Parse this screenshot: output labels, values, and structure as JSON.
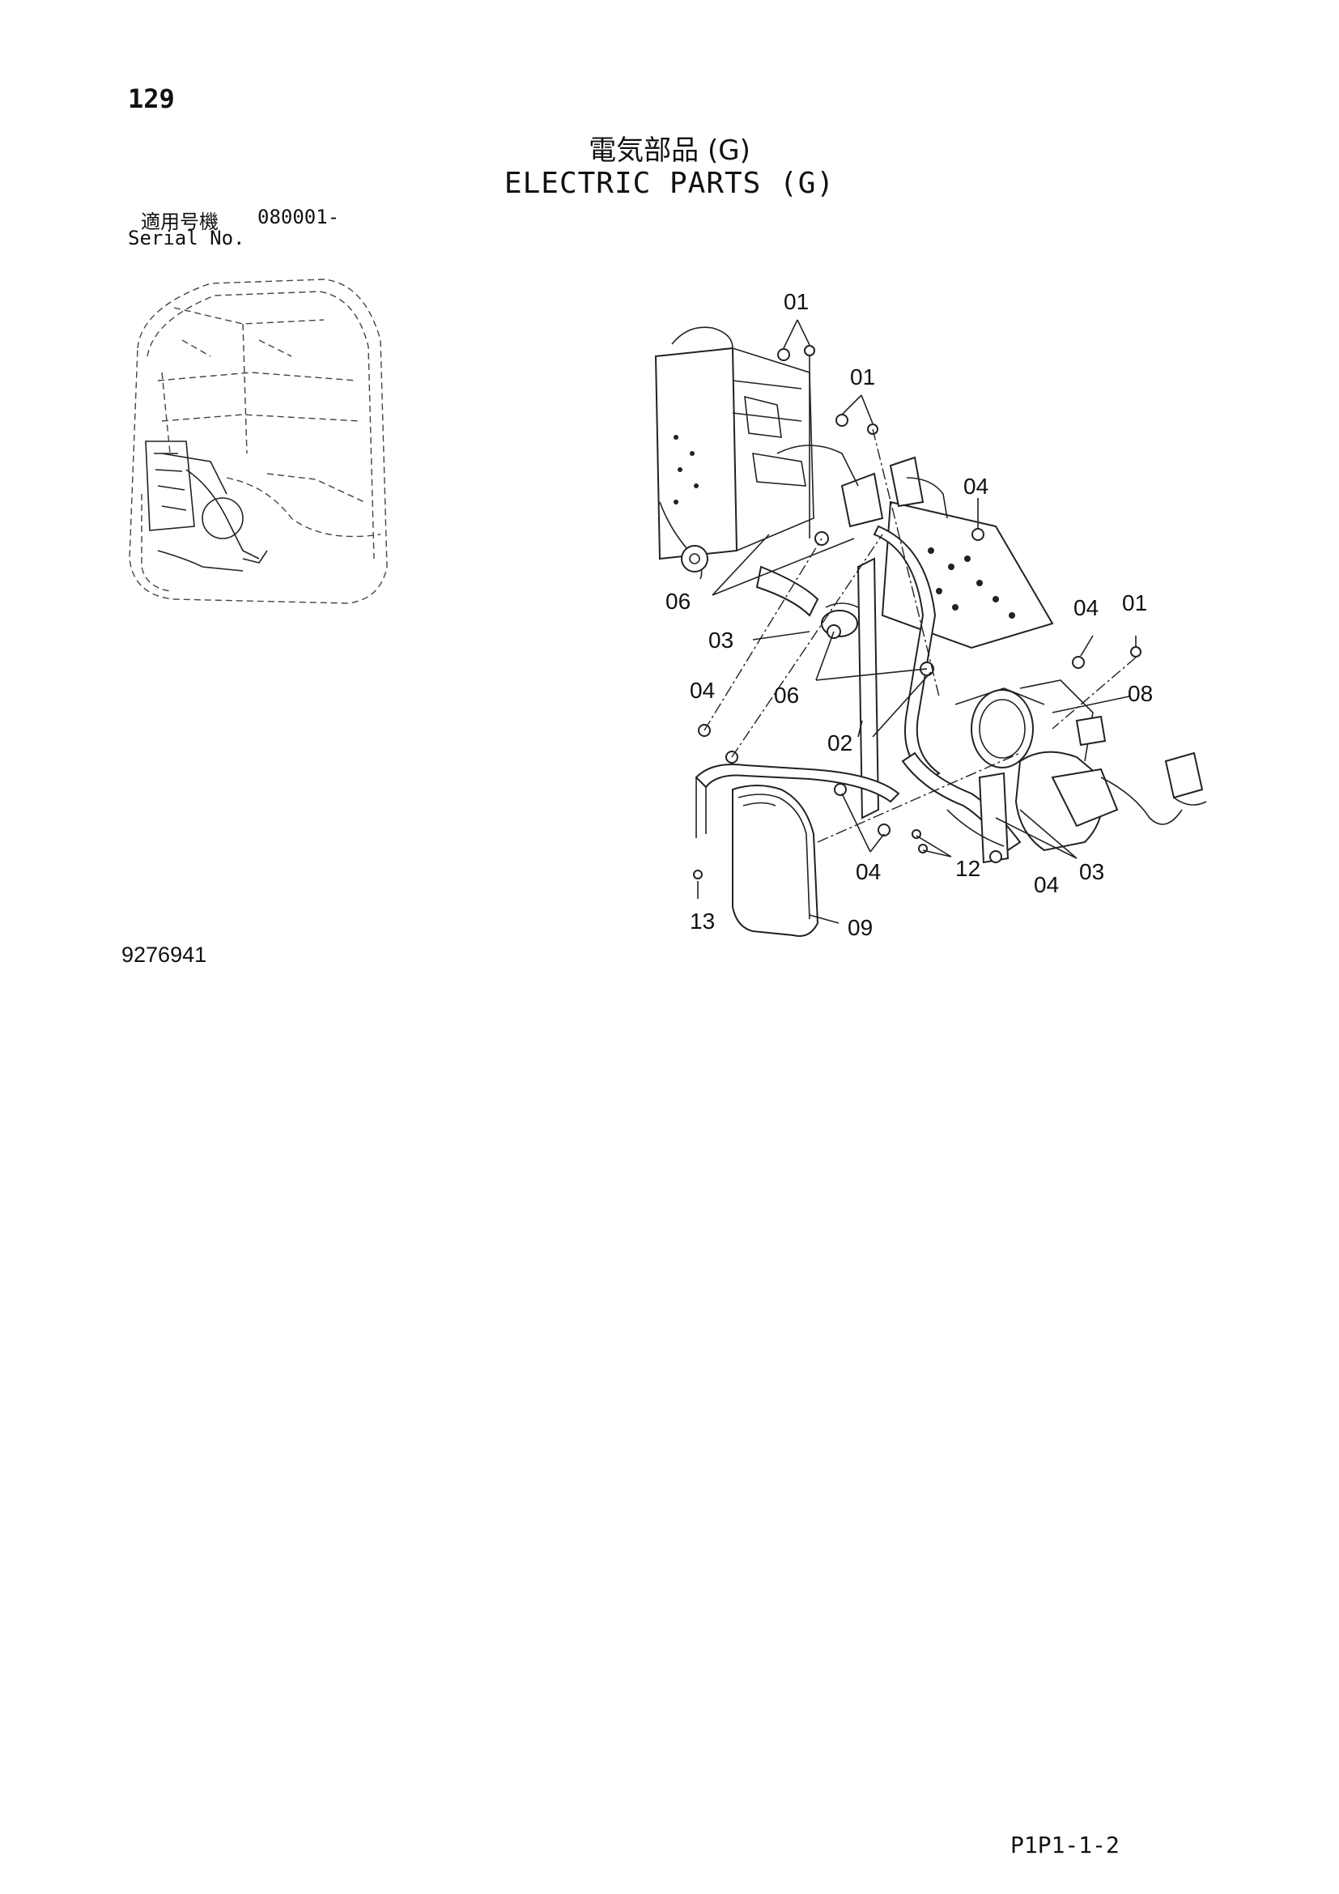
{
  "page_number": "129",
  "title_ja": "電気部品 (G)",
  "title_en": "ELECTRIC PARTS (G)",
  "serial": {
    "label_ja": "適用号機",
    "value": "080001-",
    "label_en": "Serial No."
  },
  "drawing_id": "9276941",
  "page_code": "P1P1-1-2",
  "callouts": [
    {
      "id": "c01a",
      "text": "01"
    },
    {
      "id": "c01b",
      "text": "01"
    },
    {
      "id": "c04a",
      "text": "04"
    },
    {
      "id": "c04b",
      "text": "04"
    },
    {
      "id": "c01c",
      "text": "01"
    },
    {
      "id": "c06a",
      "text": "06"
    },
    {
      "id": "c03a",
      "text": "03"
    },
    {
      "id": "c04c",
      "text": "04"
    },
    {
      "id": "c06b",
      "text": "06"
    },
    {
      "id": "c08",
      "text": "08"
    },
    {
      "id": "c02",
      "text": "02"
    },
    {
      "id": "c04d",
      "text": "04"
    },
    {
      "id": "c12",
      "text": "12"
    },
    {
      "id": "c04e",
      "text": "04"
    },
    {
      "id": "c03b",
      "text": "03"
    },
    {
      "id": "c13",
      "text": "13"
    },
    {
      "id": "c09",
      "text": "09"
    }
  ]
}
